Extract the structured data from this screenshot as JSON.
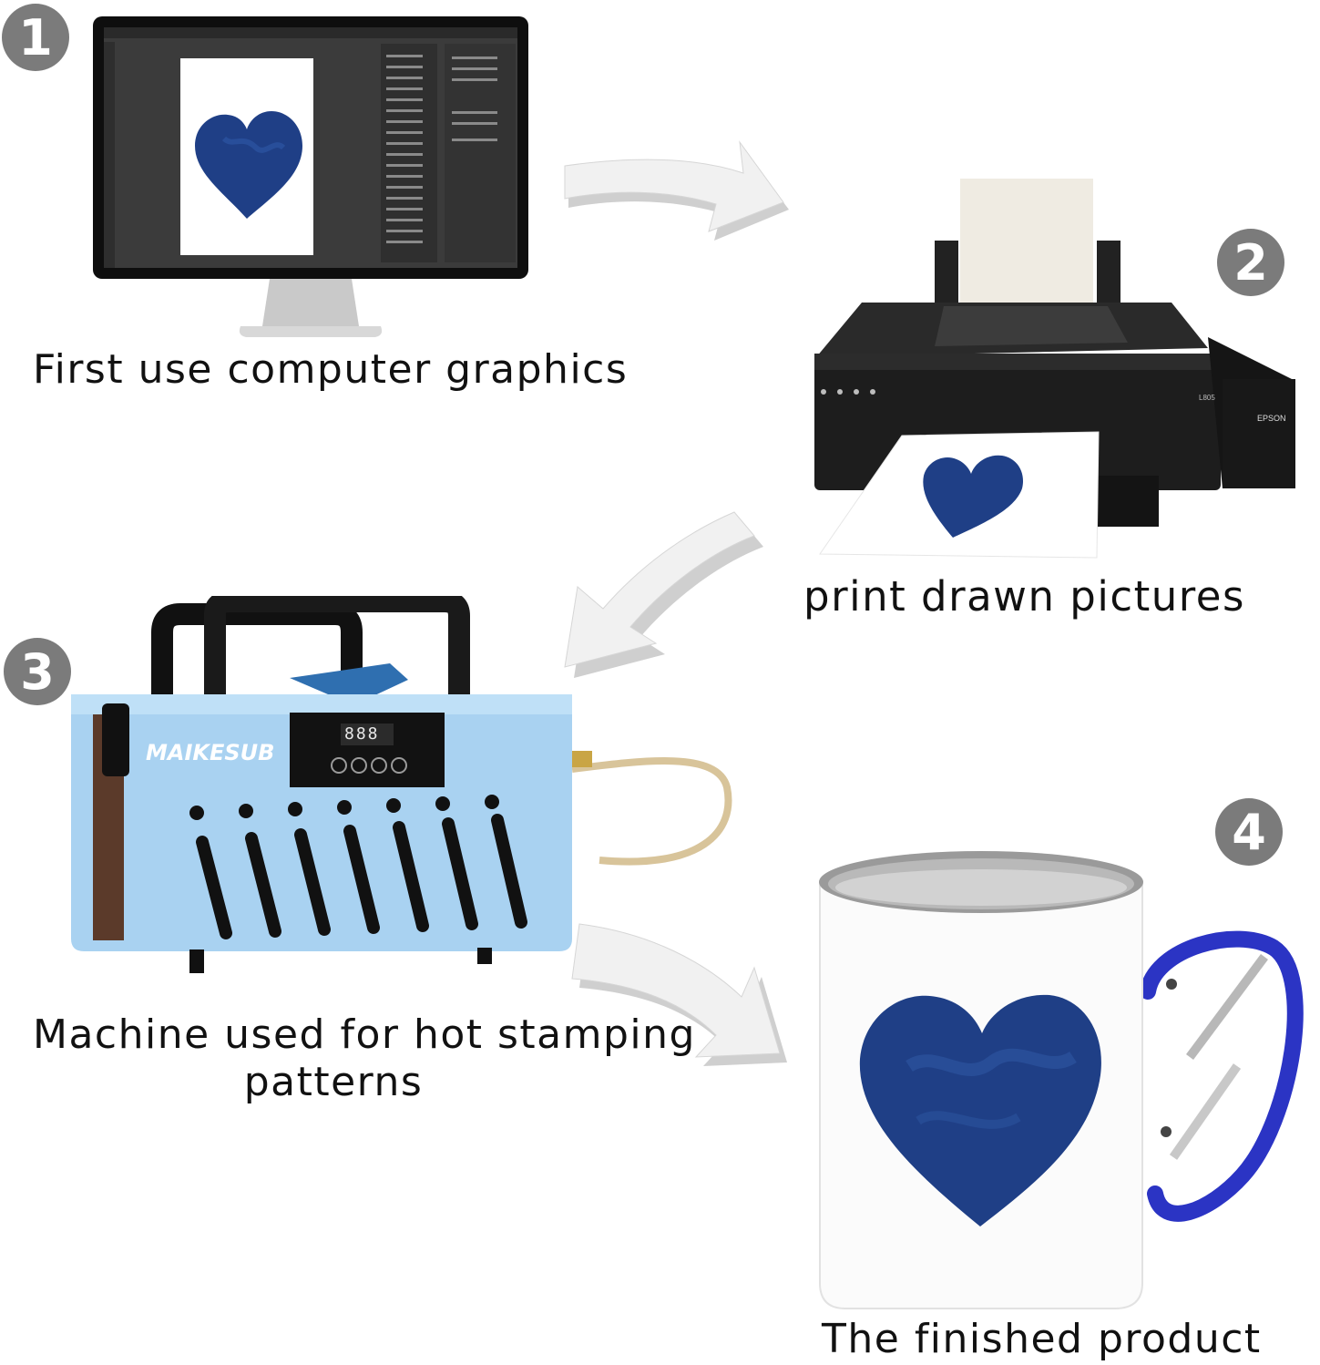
{
  "steps": [
    {
      "number": "1",
      "caption": "First use computer graphics"
    },
    {
      "number": "2",
      "caption": "print drawn pictures"
    },
    {
      "number": "3",
      "caption_line1": "Machine used for hot stamping",
      "caption_line2": "patterns"
    },
    {
      "number": "4",
      "caption": "The finished product"
    }
  ],
  "machine": {
    "brand": "MAIKESUB",
    "display": "888"
  },
  "printer": {
    "brand": "EPSON",
    "model": "L805"
  },
  "colors": {
    "badge": "#7b7b7b",
    "heart": "#1f3f86",
    "machine_body": "#a9d2f1",
    "printer_body": "#1d1d1d",
    "carabiner": "#2b34c4"
  }
}
